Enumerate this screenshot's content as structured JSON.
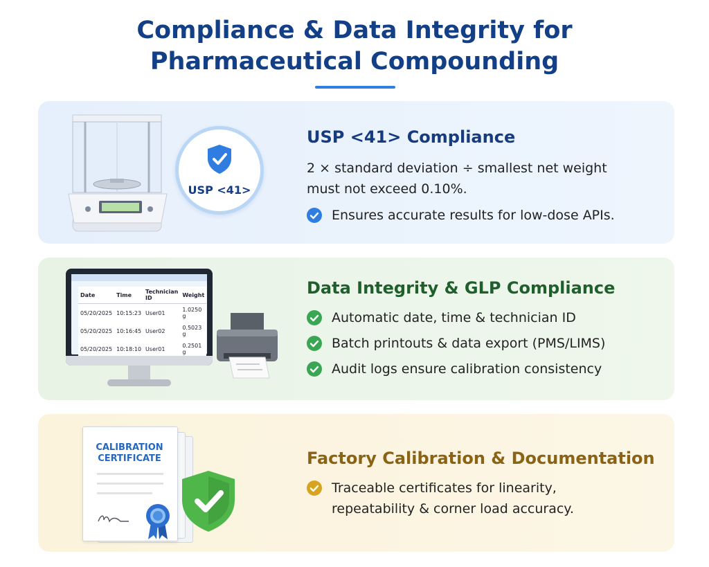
{
  "title": {
    "line1": "Compliance & Data Integrity for",
    "line2": "Pharmaceutical Compounding"
  },
  "colors": {
    "title": "#123f86",
    "accent_blue": "#2e7fe0",
    "green": "#3aa654",
    "gold": "#d8a420"
  },
  "usp": {
    "badge_label": "USP <41>",
    "heading": "USP <41> Compliance",
    "body_line1": "2 × standard deviation ÷ smallest net weight",
    "body_line2": "must not exceed 0.10%.",
    "bullet": "Ensures accurate results for low-dose APIs.",
    "icons": [
      "balance-icon",
      "shield-check-icon",
      "check-circle-icon"
    ]
  },
  "glp": {
    "heading": "Data Integrity & GLP Compliance",
    "bullets": [
      "Automatic date, time & technician ID",
      "Batch printouts & data export (PMS/LIMS)",
      "Audit logs ensure calibration consistency"
    ],
    "table": {
      "headers": [
        "Date",
        "Time",
        "Technician ID",
        "Weight"
      ],
      "rows": [
        [
          "05/20/2025",
          "10:15:23",
          "User01",
          "1.0250 g"
        ],
        [
          "05/20/2025",
          "10:16:45",
          "User02",
          "0.5023 g"
        ],
        [
          "05/20/2025",
          "10:18:10",
          "User01",
          "0.2501 g"
        ]
      ]
    },
    "icons": [
      "monitor-icon",
      "printer-icon",
      "check-circle-icon"
    ]
  },
  "calibration": {
    "certificate_line1": "CALIBRATION",
    "certificate_line2": "CERTIFICATE",
    "heading": "Factory Calibration & Documentation",
    "bullet_line1": "Traceable certificates for linearity,",
    "bullet_line2": "repeatability & corner load accuracy.",
    "icons": [
      "certificate-icon",
      "seal-ribbon-icon",
      "shield-check-icon",
      "check-circle-icon"
    ]
  }
}
